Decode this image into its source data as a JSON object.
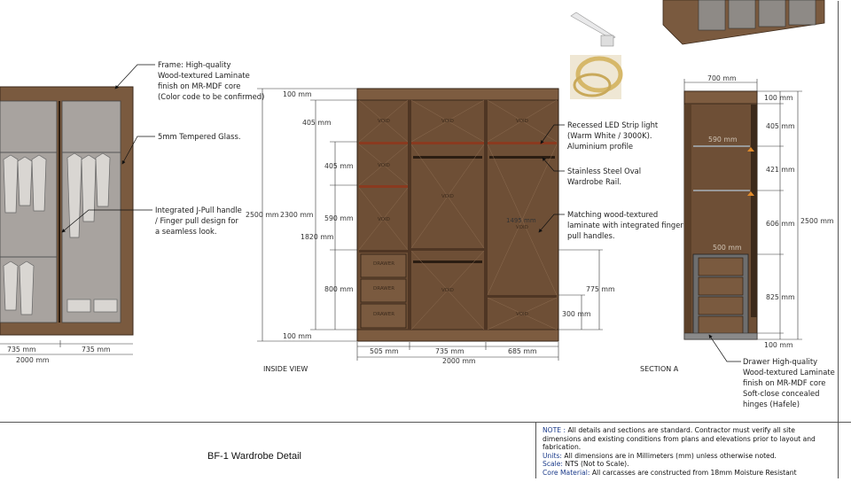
{
  "annotations": {
    "frame": [
      "Frame: High-quality",
      "Wood-textured Laminate",
      "finish on MR-MDF core",
      "(Color code to be confirmed)"
    ],
    "glass": [
      "5mm Tempered Glass."
    ],
    "handle": [
      "Integrated J-Pull handle",
      "/ Finger pull design for",
      "a seamless look."
    ],
    "led": [
      "Recessed LED Strip light",
      "(Warm White / 3000K).",
      "Aluminium profile"
    ],
    "rail": [
      "Stainless Steel Oval",
      "Wardrobe Rail."
    ],
    "laminate": [
      "Matching wood-textured",
      "laminate with integrated finger",
      "pull handles."
    ],
    "drawer": [
      "Drawer High-quality",
      "Wood-textured Laminate",
      "finish on MR-MDF core",
      "Soft-close concealed",
      "hinges (Hafele)"
    ]
  },
  "labels": {
    "inside_view": "INSIDE VIEW",
    "section_a": "SECTION A",
    "void": "VOID",
    "drawer": "DRAWER"
  },
  "dimensions": {
    "front_735a": "735 mm",
    "front_735b": "735 mm",
    "front_2000": "2000 mm",
    "top_100": "100 mm",
    "bottom_100": "100 mm",
    "h_2500": "2500 mm",
    "h_2300": "2300 mm",
    "h_1820": "1820 mm",
    "s_405a": "405 mm",
    "s_405b": "405 mm",
    "s_590": "590 mm",
    "s_800": "800 mm",
    "inner_1495": "1495 mm",
    "r_775": "775 mm",
    "r_300": "300 mm",
    "w_505": "505 mm",
    "w_735": "735 mm",
    "w_685": "685 mm",
    "w_2000": "2000 mm",
    "sec_700": "700 mm",
    "sec_590": "590 mm",
    "sec_500": "500 mm",
    "sec_100a": "100 mm",
    "sec_405": "405 mm",
    "sec_421": "421 mm",
    "sec_606": "606 mm",
    "sec_825": "825 mm",
    "sec_100b": "100 mm",
    "sec_2500": "2500 mm"
  },
  "title": "BF-1 Wardrobe Detail",
  "notes": [
    {
      "key": "NOTE :",
      "text": " All details and sections are standard. Contractor must verify all site dimensions and existing conditions from plans and elevations prior to layout and fabrication."
    },
    {
      "key": "Units:",
      "text": " All dimensions are in Millimeters (mm) unless otherwise noted."
    },
    {
      "key": "Scale:",
      "text": " NTS (Not to Scale)."
    },
    {
      "key": "Core Material:",
      "text": " All carcasses are constructed from 18mm Moisture Resistant"
    }
  ],
  "colors": {
    "wood": "#7a5a3f",
    "wood_dark": "#5b4029",
    "glass": "#9c9793",
    "line": "#333333"
  }
}
